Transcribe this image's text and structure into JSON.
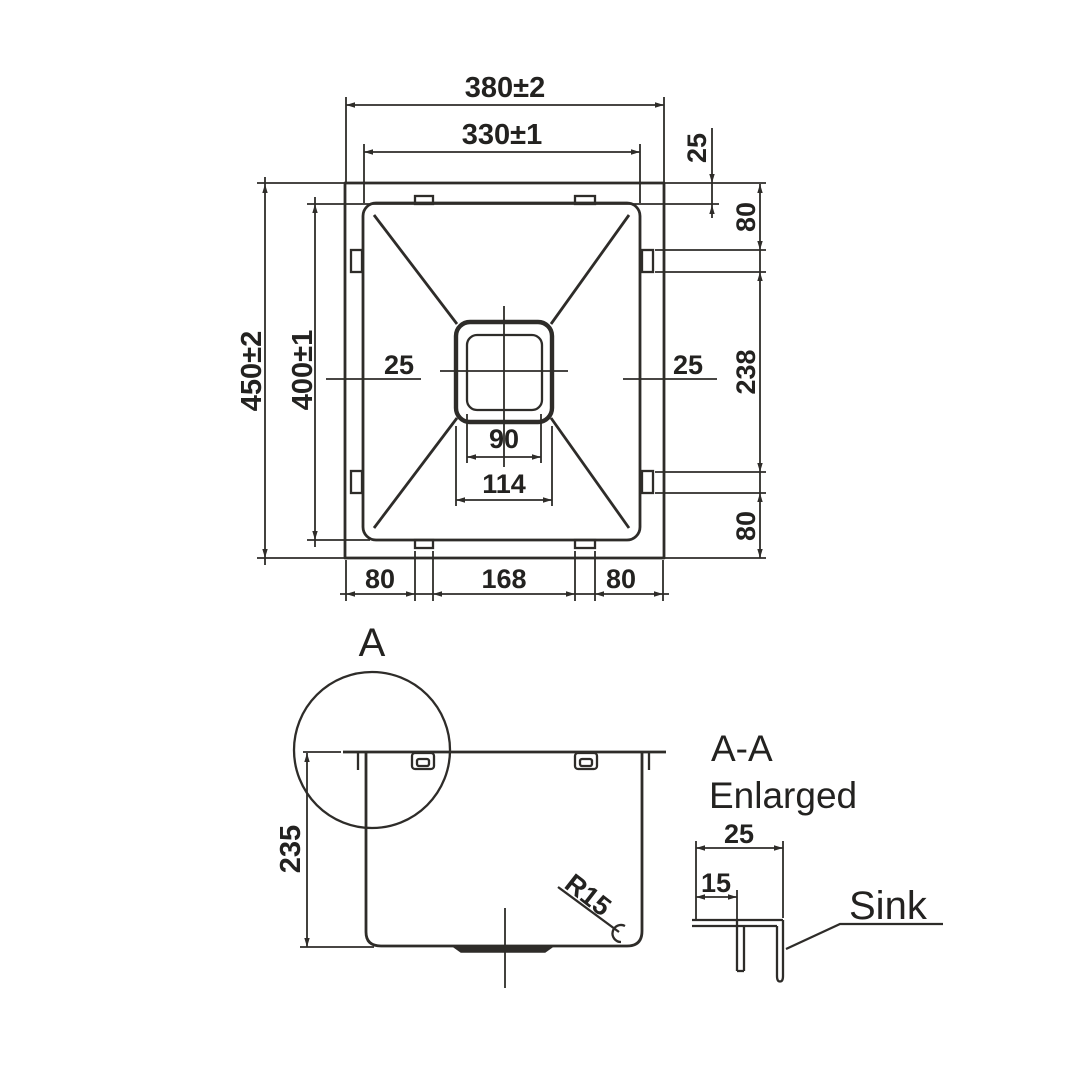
{
  "colors": {
    "background": "#ffffff",
    "line": "#2e2c29",
    "text": "#232220"
  },
  "top_view": {
    "overall_width": "380±2",
    "bowl_width": "330±1",
    "overall_depth": "450±2",
    "bowl_depth": "400±1",
    "rim_offset_top_right": "25",
    "clip_offset_top_right": "80",
    "clip_spacing_right": "238",
    "clip_offset_bottom_right_side": "80",
    "rim_width_left": "25",
    "rim_width_right": "25",
    "drain_inner_width": "90",
    "drain_outer_width": "114",
    "clip_offset_bottom_left": "80",
    "clip_spacing_bottom": "168",
    "clip_offset_bottom_right": "80"
  },
  "side_view": {
    "detail_marker": "A",
    "bowl_depth": "235",
    "corner_radius": "R15"
  },
  "detail_view": {
    "title": "A-A",
    "subtitle": "Enlarged",
    "flange_width": "25",
    "flange_step": "15",
    "callout": "Sink"
  }
}
